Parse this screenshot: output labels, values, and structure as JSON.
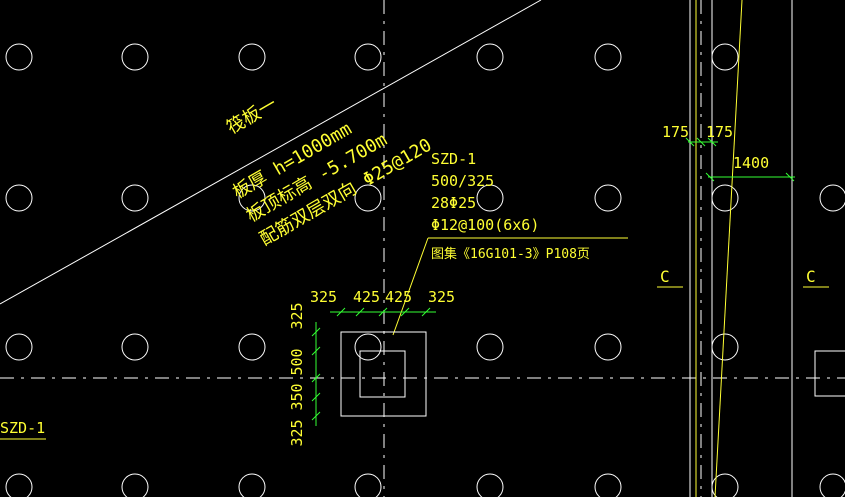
{
  "colors": {
    "background": "#000000",
    "line_white": "#ffffff",
    "text_yellow": "#ffff33",
    "dim_green": "#33ff33"
  },
  "slab_note": {
    "title": "筏板一",
    "thickness": "板厚 h=1000mm",
    "top_elevation": "板顶标高 -5.700m",
    "reinforcement": "配筋双层双向 Φ25@120"
  },
  "column_note": {
    "id": "SZD-1",
    "section": "500/325",
    "main_bars": "28Φ25",
    "stirrups": "Φ12@100(6x6)",
    "reference": "图集《16G101-3》P108页"
  },
  "left_label": "SZD-1",
  "horizontal_dims": [
    "325",
    "425",
    "425",
    "325"
  ],
  "vertical_dims": [
    "325",
    "500",
    "350",
    "325"
  ],
  "wall_dims": {
    "left": "175",
    "right": "175",
    "width": "1400"
  },
  "section_marks": [
    "C",
    "C"
  ]
}
